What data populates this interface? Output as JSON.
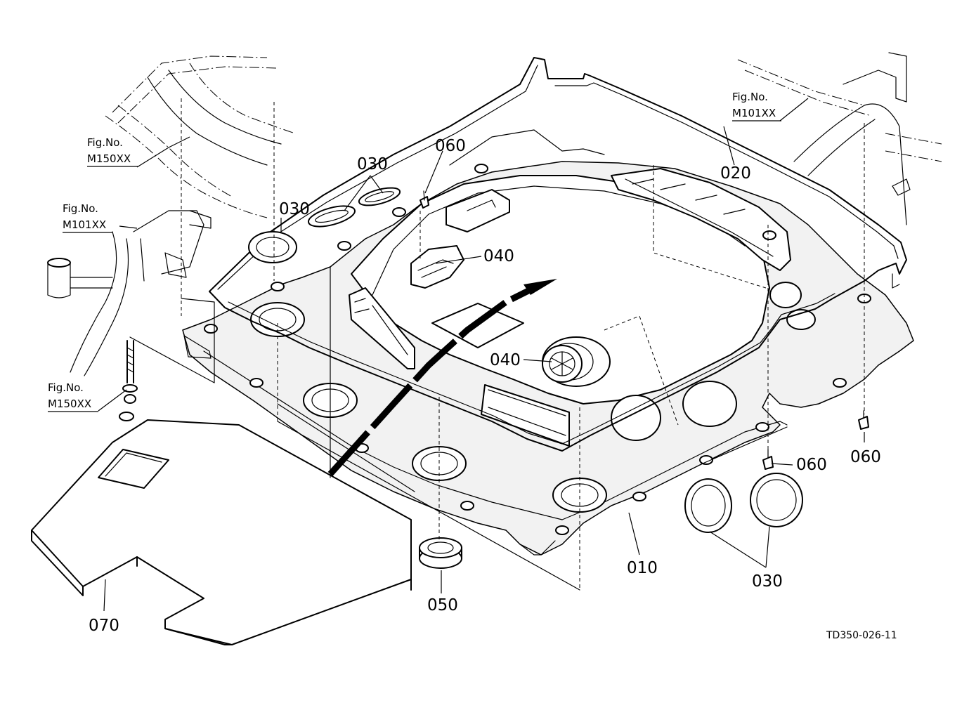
{
  "callouts": {
    "c010": "010",
    "c020": "020",
    "c030_top_left": "030",
    "c030_top_mid": "030",
    "c030_bottom_right": "030",
    "c040_upper": "040",
    "c040_lower": "040",
    "c050": "050",
    "c060_top": "060",
    "c060_right_mid": "060",
    "c060_right": "060",
    "c070": "070"
  },
  "figure_refs": {
    "top_left": {
      "fig": "Fig.No.",
      "code": "M150XX"
    },
    "mid_left": {
      "fig": "Fig.No.",
      "code": "M101XX"
    },
    "bottom_left": {
      "fig": "Fig.No.",
      "code": "M150XX"
    },
    "top_right": {
      "fig": "Fig.No.",
      "code": "M101XX"
    }
  },
  "drawing_number": "TD350-026-11"
}
